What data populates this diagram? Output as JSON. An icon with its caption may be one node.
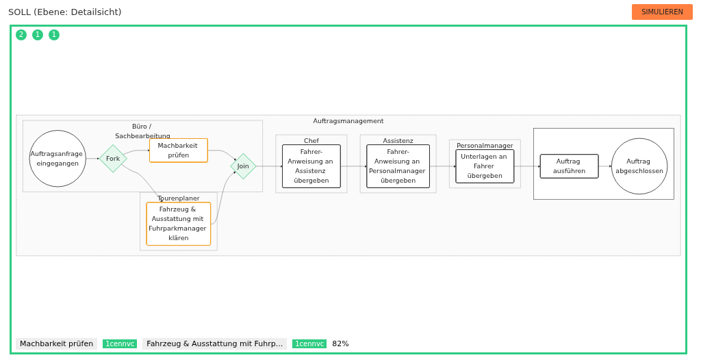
{
  "diagram": {
    "title": "SOLL (Ebene: Detailsicht)",
    "nodes": [
      {
        "text": [
          "Auftragsmanagement"
        ]
      },
      {
        "text": [
          "Büro / Sachbearbeitung"
        ],
        "in": 0
      },
      {
        "text": [
          "Chef"
        ],
        "in": 0
      },
      {
        "text": [
          "Tourenplaner"
        ],
        "in": 0
      },
      {
        "text": [
          "Assistenz"
        ],
        "in": 0
      },
      {
        "text": [
          "Personalmanager"
        ],
        "in": 0
      },
      {
        "text": [],
        "shape": "band",
        "in": 0
      },
      {
        "text": [
          "Auftragsanfrage eingegangen"
        ],
        "in": 1
      },
      {
        "text": [
          "Fork"
        ],
        "in": 1
      },
      {
        "text": [
          "Machbarkeit prüfen"
        ],
        "in": 1
      },
      {
        "text": [
          "Fahrzeug & Ausstattung mit Fuhrparkmanager klären"
        ],
        "in": 3
      },
      {
        "text": [
          "Join"
        ],
        "in": 1
      },
      {
        "text": [
          "Fahrer-Anweisung an Assistenz übergeben"
        ],
        "in": 2
      },
      {
        "text": [
          "Fahrer-Anweisung an Personalmanager übergeben"
        ],
        "in": 4
      },
      {
        "text": [
          "Unterlagen an Fahrer übergeben"
        ],
        "in": 5
      },
      {
        "text": [
          "Auftrag ausführen"
        ],
        "in": 6
      },
      {
        "text": [
          "Auftrag abgeschlossen"
        ],
        "in": 6
      }
    ],
    "edges": [
      {
        "from": 7,
        "to": 8,
        "arrow": "to"
      },
      {
        "from": 8,
        "to": 9,
        "arrow": "to"
      },
      {
        "from": 8,
        "to": 10,
        "arrow": "to"
      },
      {
        "from": 9,
        "to": 11,
        "arrow": "to"
      },
      {
        "from": 10,
        "to": 11,
        "arrow": "to"
      },
      {
        "from": 11,
        "to": 12,
        "arrow": "to"
      },
      {
        "from": 12,
        "to": 13,
        "arrow": "to"
      },
      {
        "from": 13,
        "to": 14,
        "arrow": "to"
      },
      {
        "from": 14,
        "to": 15,
        "arrow": "to"
      },
      {
        "from": 15,
        "to": 16,
        "arrow": "to"
      }
    ],
    "labels": [
      "SIMULIEREN",
      "2",
      "1",
      "1",
      "Machbarkeit prüfen",
      "1cennvc",
      "Fahrzeug & Ausstattung mit Fuhrp...",
      "1cennvc",
      "82%"
    ]
  }
}
